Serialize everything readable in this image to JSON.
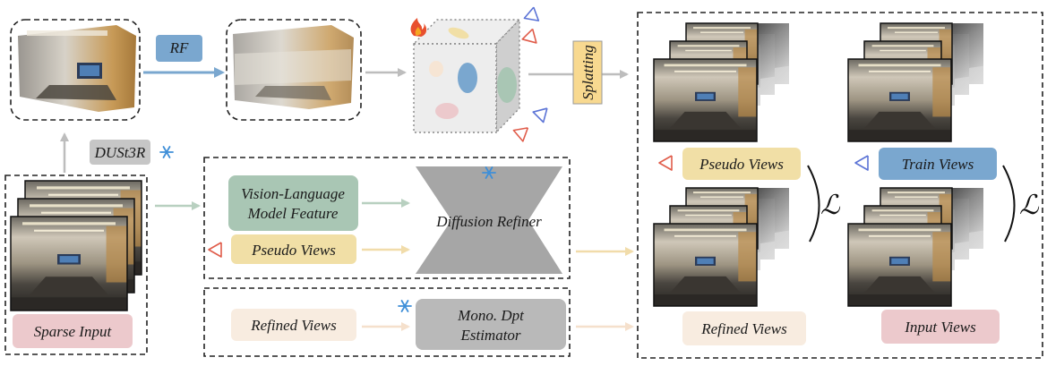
{
  "labels": {
    "rf": "RF",
    "dust3r": "DUSt3R",
    "splatting": "Splatting",
    "vlm_line1": "Vision-Language",
    "vlm_line2": "Model Feature",
    "pseudo_views_mid": "Pseudo Views",
    "diffusion_refiner": "Diffusion Refiner",
    "refined_views_mid": "Refined Views",
    "mono_line1": "Mono. Dpt",
    "mono_line2": "Estimator",
    "sparse_input": "Sparse Input",
    "pseudo_views_right": "Pseudo Views",
    "train_views": "Train Views",
    "refined_views_right": "Refined Views",
    "input_views": "Input Views",
    "loss_top": "ℒ",
    "loss_bottom": "ℒ"
  },
  "colors": {
    "blue_box": "#7aa7cf",
    "green_box": "#a9c6b4",
    "yellow_box": "#f1dfa6",
    "yellow_light": "#f5e3b8",
    "peach_box": "#f8ece0",
    "pink_box": "#ecc9cc",
    "gray_box": "#b9b9b9",
    "refiner": "#a6a6a6",
    "arrow_gray": "#bdbdbd",
    "arrow_blue": "#7aa7cf",
    "arrow_green": "#b8d0c0",
    "arrow_yellow": "#f1dcaa",
    "arrow_peach": "#f5e0cc",
    "snowflake": "#3f8fd8",
    "camera_red": "#e05c4a",
    "camera_blue": "#5b73d6"
  },
  "icons": [
    "snowflake-icon",
    "fire-icon",
    "camera-icon"
  ]
}
